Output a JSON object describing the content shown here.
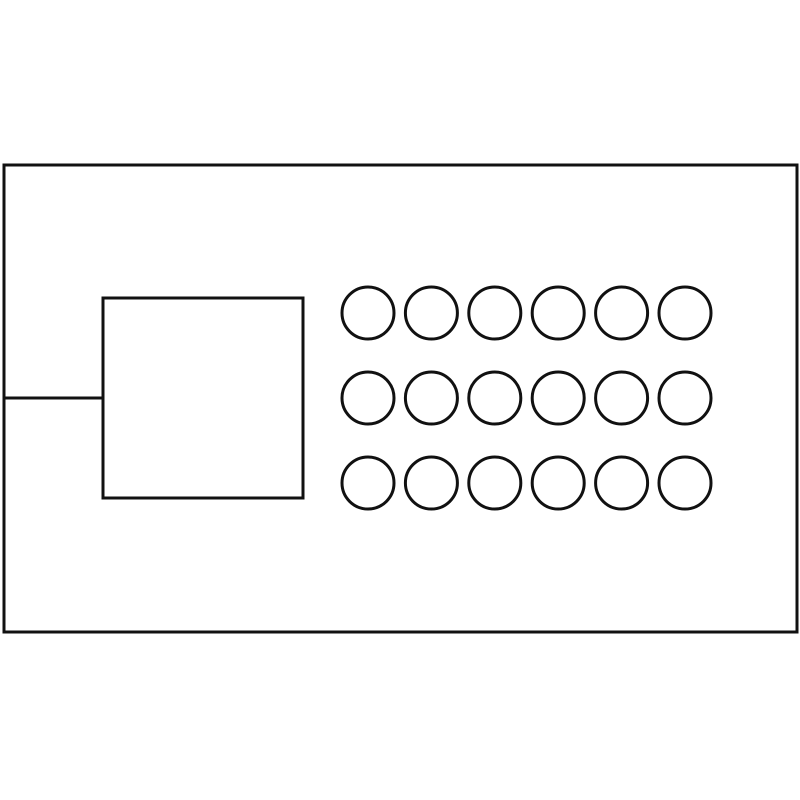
{
  "diagram": {
    "components": [
      {
        "id": "enclosure",
        "kind": "outer-rectangle"
      },
      {
        "id": "square-module",
        "kind": "square"
      },
      {
        "id": "lead-wire",
        "kind": "line"
      },
      {
        "id": "circle-array",
        "kind": "circle-grid",
        "rows": 3,
        "columns": 6
      }
    ],
    "stroke_color": "#111111",
    "background_color": "#ffffff"
  }
}
